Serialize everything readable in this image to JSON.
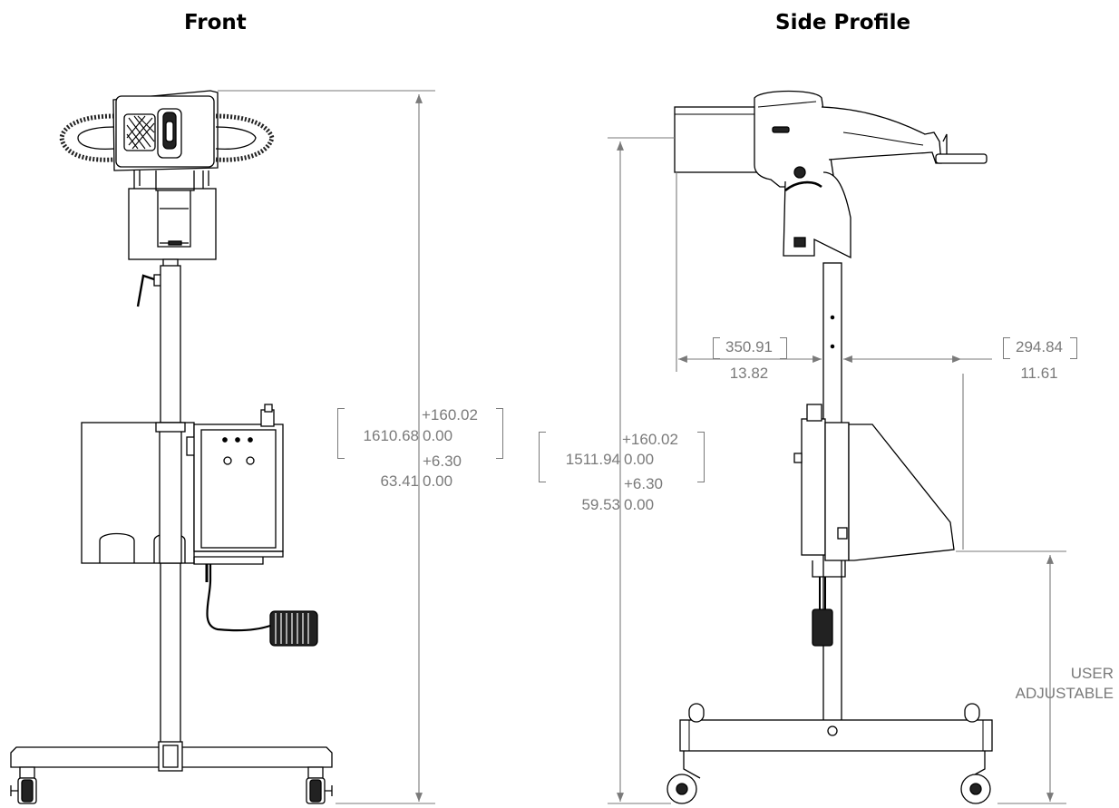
{
  "views": {
    "front": {
      "title": "Front"
    },
    "side": {
      "title": "Side Profile"
    }
  },
  "front_height_dim": {
    "tol_upper_mm": "+160.02",
    "value_mm": "1610.68",
    "tol_lower_mm": "0.00",
    "tol_upper_in": "+6.30",
    "value_in": "63.41",
    "tol_lower_in": "0.00"
  },
  "side_height_dim": {
    "tol_upper_mm": "+160.02",
    "value_mm": "1511.94",
    "tol_lower_mm": "0.00",
    "tol_upper_in": "+6.30",
    "value_in": "59.53",
    "tol_lower_in": "0.00"
  },
  "arm_left_dim": {
    "value_mm": "350.91",
    "value_in": "13.82"
  },
  "arm_right_dim": {
    "value_mm": "294.84",
    "value_in": "11.61"
  },
  "user_adjustable": {
    "line1": "USER",
    "line2": "ADJUSTABLE"
  },
  "colors": {
    "line": "#000000",
    "dimension": "#7a7a7a",
    "background": "#ffffff"
  }
}
